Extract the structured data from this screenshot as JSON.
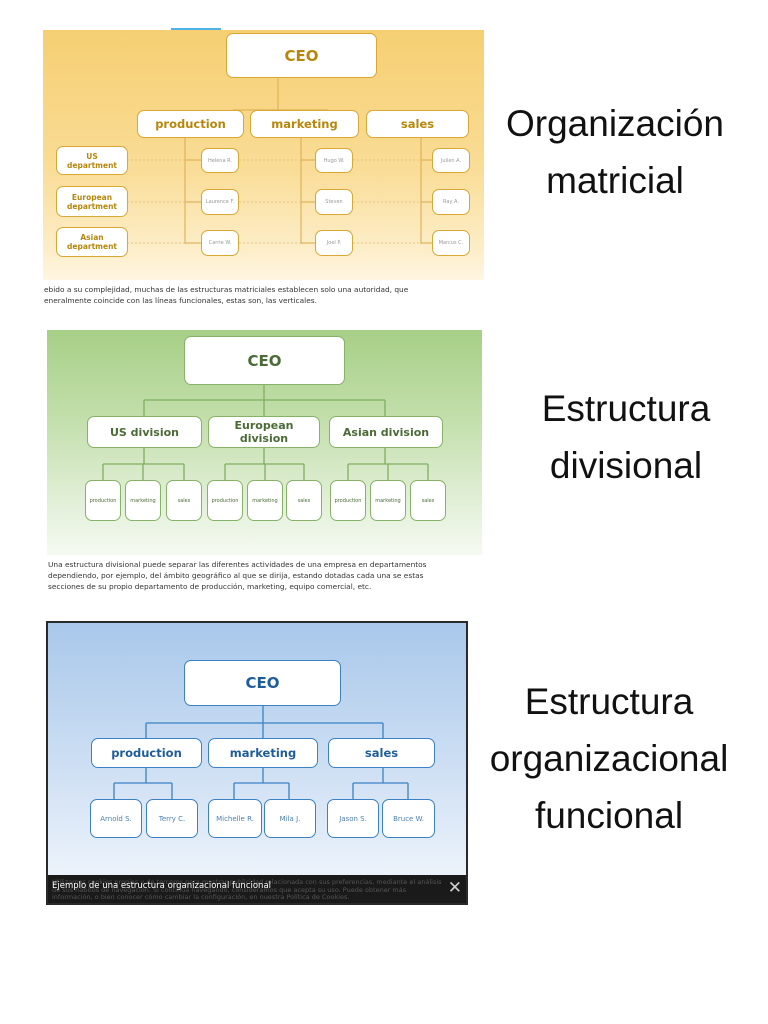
{
  "top_tab_accent": "#4fb3e8",
  "panel1": {
    "ceo": "CEO",
    "functions": [
      "production",
      "marketing",
      "sales"
    ],
    "departments": [
      "US department",
      "European department",
      "Asian department"
    ],
    "people": [
      [
        "Helena R.",
        "Laurence F.",
        "Carrie W."
      ],
      [
        "Hugo W.",
        "Steven",
        "Joel P."
      ],
      [
        "Julien A.",
        "Ray A.",
        "Marcus C."
      ]
    ],
    "caption_line1": "ebido a su complejidad, muchas de las estructuras matriciales establecen solo una autoridad, que",
    "caption_line2": "eneralmente coincide con las líneas funcionales, estas son, las verticales."
  },
  "panel2": {
    "ceo": "CEO",
    "divisions": [
      "US division",
      "European division",
      "Asian division"
    ],
    "units": [
      "production",
      "marketing",
      "sales"
    ],
    "caption_line1": "Una estructura divisional puede separar las diferentes actividades de una empresa en departamentos",
    "caption_line2": "dependiendo, por ejemplo, del ámbito geográfico al que se dirija, estando dotadas cada una se estas",
    "caption_line3": "secciones de su propio departamento de producción, marketing, equipo comercial, etc."
  },
  "panel3": {
    "ceo": "CEO",
    "functions": [
      "production",
      "marketing",
      "sales"
    ],
    "people": [
      [
        "Arnold S.",
        "Terry C."
      ],
      [
        "Michelle R.",
        "Mila J."
      ],
      [
        "Jason S.",
        "Bruce W."
      ]
    ],
    "bar_title": "Ejemplo de una estructura organizacional funcional",
    "bar_ghost": "Utilizamos cookies propias y de terceros para mostrar publicidad relacionada con sus preferencias, mediante el análisis de sus hábitos de navegación. Si continúa navegando, consideramos que acepta su uso. Puede obtener más información, o bien conocer cómo cambiar la configuración, en nuestra Política de Cookies.",
    "close_symbol": "✕"
  },
  "labels": {
    "matricial_1": "Organización",
    "matricial_2": "matricial",
    "divisional_1": "Estructura",
    "divisional_2": "divisional",
    "funcional_1": "Estructura",
    "funcional_2": "organizacional",
    "funcional_3": "funcional"
  },
  "colors": {
    "matrix_bg": "#f6cf72",
    "divisional_bg": "#a7cf87",
    "functional_bg": "#a9c8eb"
  }
}
